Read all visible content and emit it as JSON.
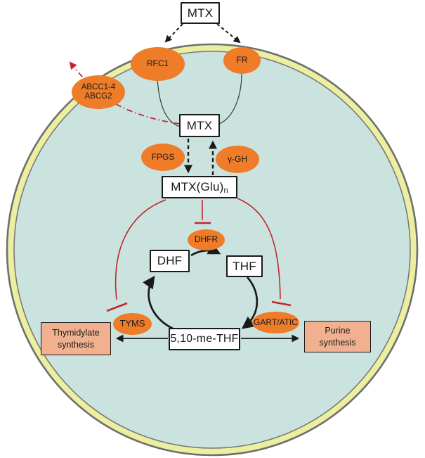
{
  "figure": {
    "type": "cell-signaling-pathway-diagram",
    "subject": "Methotrexate (MTX) transport and folate pathway inhibition"
  },
  "colors": {
    "enzyme_ellipse_orange": "#EE7C29",
    "process_box_salmon": "#F1B190",
    "inhibition_red": "#C2262E",
    "membrane_yellow": "#ECEFA0",
    "membrane_outline_gray": "#6F6F6F",
    "cytoplasm_teal": "#CBE3DF",
    "node_box_white": "#FFFFFF",
    "line_black": "#1A1A1A"
  },
  "nodes": {
    "mtx_extracellular": {
      "label": "MTX"
    },
    "rfc1": {
      "label": "RFC1"
    },
    "fr": {
      "label": "FR"
    },
    "efflux_transporters": {
      "line1": "ABCC1-4",
      "line2": "ABCG2"
    },
    "mtx_intracellular": {
      "label": "MTX"
    },
    "fpgs": {
      "label": "FPGS"
    },
    "gamma_gh": {
      "label": "γ-GH"
    },
    "mtx_glu": {
      "base": "MTX(Glu)",
      "subscript": "n"
    },
    "dhfr": {
      "label": "DHFR"
    },
    "dhf": {
      "label": "DHF"
    },
    "thf": {
      "label": "THF"
    },
    "tyms": {
      "label": "TYMS"
    },
    "gart_atic": {
      "label": "GART/ATIC"
    },
    "me_thf": {
      "label": "5,10-me-THF"
    },
    "thymidylate_synthesis": {
      "line1": "Thymidylate",
      "line2": "synthesis"
    },
    "purine_synthesis": {
      "line1": "Purine",
      "line2": "synthesis"
    }
  },
  "edges": [
    {
      "from": "mtx_extracellular",
      "to": "rfc1",
      "style": "dashed-black-arrow"
    },
    {
      "from": "mtx_extracellular",
      "to": "fr",
      "style": "dashed-black-arrow"
    },
    {
      "from": "rfc1",
      "to": "mtx_intracellular",
      "style": "thin-black-line"
    },
    {
      "from": "fr",
      "to": "mtx_intracellular",
      "style": "thin-black-line"
    },
    {
      "from": "mtx_intracellular",
      "to": "extracellular-space",
      "via": "efflux_transporters",
      "style": "dash-dot-red-arrow"
    },
    {
      "from": "mtx_intracellular",
      "to": "mtx_glu",
      "enzyme": "fpgs",
      "style": "dashed-black-arrow"
    },
    {
      "from": "mtx_glu",
      "to": "mtx_intracellular",
      "enzyme": "gamma_gh",
      "style": "dashed-black-arrow"
    },
    {
      "from": "mtx_glu",
      "to": "dhfr",
      "type": "inhibition"
    },
    {
      "from": "mtx_glu",
      "to": "tyms",
      "type": "inhibition"
    },
    {
      "from": "mtx_glu",
      "to": "gart_atic",
      "type": "inhibition"
    },
    {
      "from": "dhf",
      "to": "thf",
      "enzyme": "dhfr",
      "type": "reaction-arrow"
    },
    {
      "from": "thf",
      "to": "me_thf",
      "type": "reaction-arrow"
    },
    {
      "from": "me_thf",
      "to": "dhf",
      "enzyme": "tyms",
      "type": "reaction-arrow"
    },
    {
      "from": "me_thf",
      "to": "thymidylate_synthesis",
      "type": "arrow"
    },
    {
      "from": "me_thf",
      "to": "purine_synthesis",
      "type": "arrow"
    }
  ]
}
